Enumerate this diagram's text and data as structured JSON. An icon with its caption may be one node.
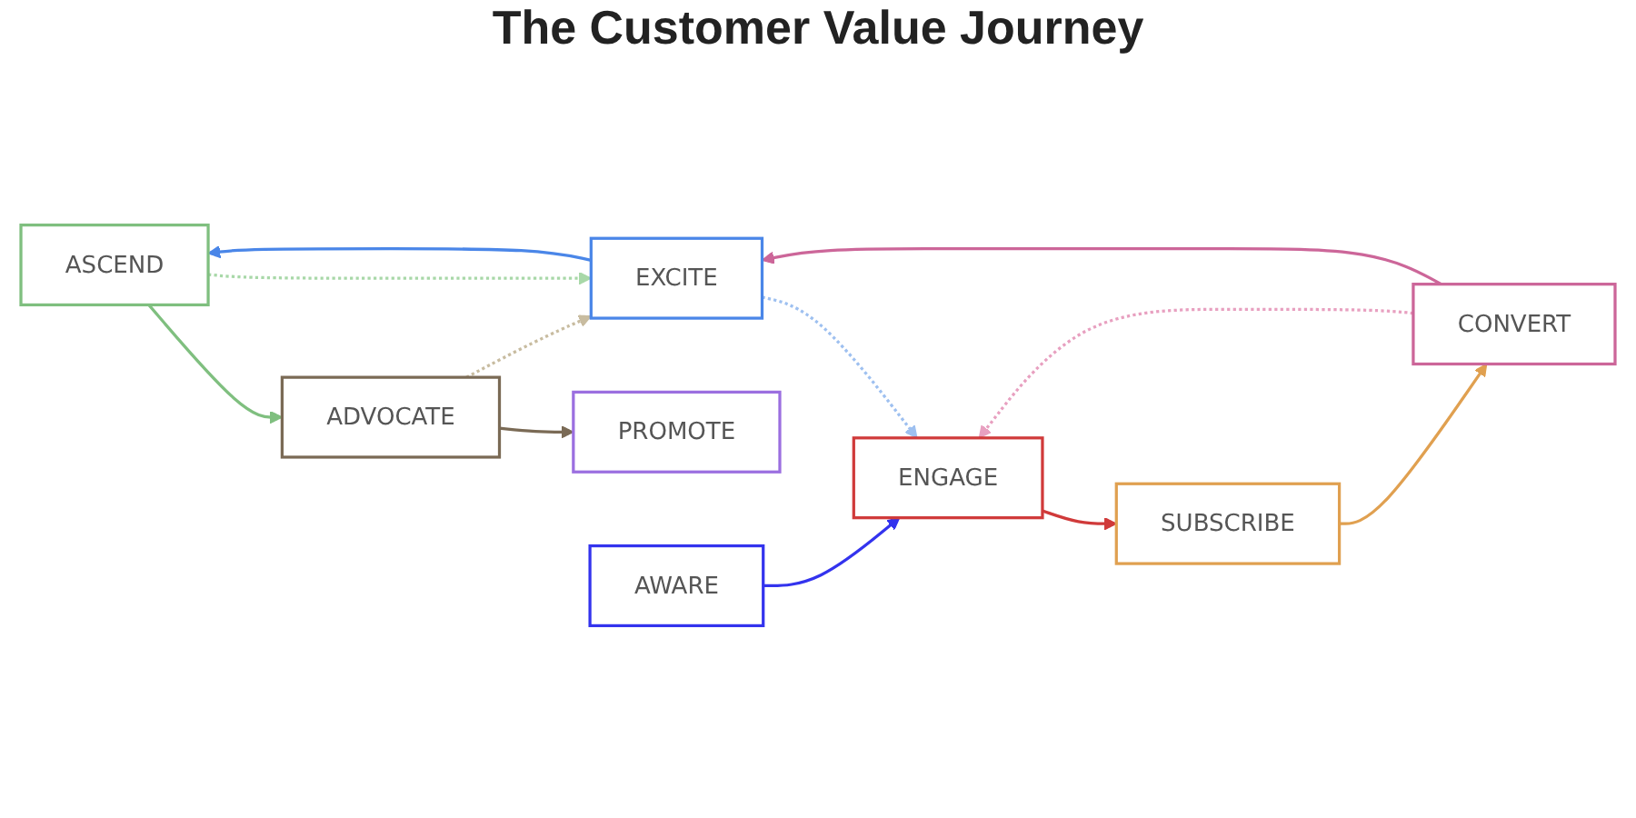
{
  "diagram": {
    "title": "The Customer Value Journey",
    "nodes": [
      {
        "text": [
          "ASCEND"
        ]
      },
      {
        "text": [
          "ADVOCATE"
        ]
      },
      {
        "text": [
          "PROMOTE"
        ]
      },
      {
        "text": [
          "EXCITE"
        ]
      },
      {
        "text": [
          "CONVERT"
        ]
      },
      {
        "text": [
          "AWARE"
        ]
      },
      {
        "text": [
          "ENGAGE"
        ]
      },
      {
        "text": [
          "SUBSCRIBE"
        ]
      }
    ],
    "edges": [
      {
        "from": 0,
        "to": 1,
        "arrow": "to",
        "color": "#7fbf7f"
      },
      {
        "from": 1,
        "to": 2,
        "arrow": "to",
        "color": "#7a6a55"
      },
      {
        "from": 1,
        "to": 3,
        "arrow": "to",
        "style": "dashed",
        "color": "#c8bca0"
      },
      {
        "from": 3,
        "to": 0,
        "arrow": "to",
        "color": "#4a86e8"
      },
      {
        "from": 0,
        "to": 3,
        "arrow": "to",
        "style": "dashed",
        "color": "#a8d8a8"
      },
      {
        "from": 4,
        "to": 3,
        "arrow": "to",
        "color": "#cc6699"
      },
      {
        "from": 3,
        "to": 6,
        "arrow": "to",
        "style": "dashed",
        "color": "#9ec0f0"
      },
      {
        "from": 4,
        "to": 6,
        "arrow": "to",
        "style": "dashed",
        "color": "#e8a0c0"
      },
      {
        "from": 5,
        "to": 6,
        "arrow": "to",
        "color": "#3333ee"
      },
      {
        "from": 6,
        "to": 7,
        "arrow": "to",
        "color": "#d03a3a"
      },
      {
        "from": 7,
        "to": 4,
        "arrow": "to",
        "color": "#e0a050"
      }
    ]
  }
}
